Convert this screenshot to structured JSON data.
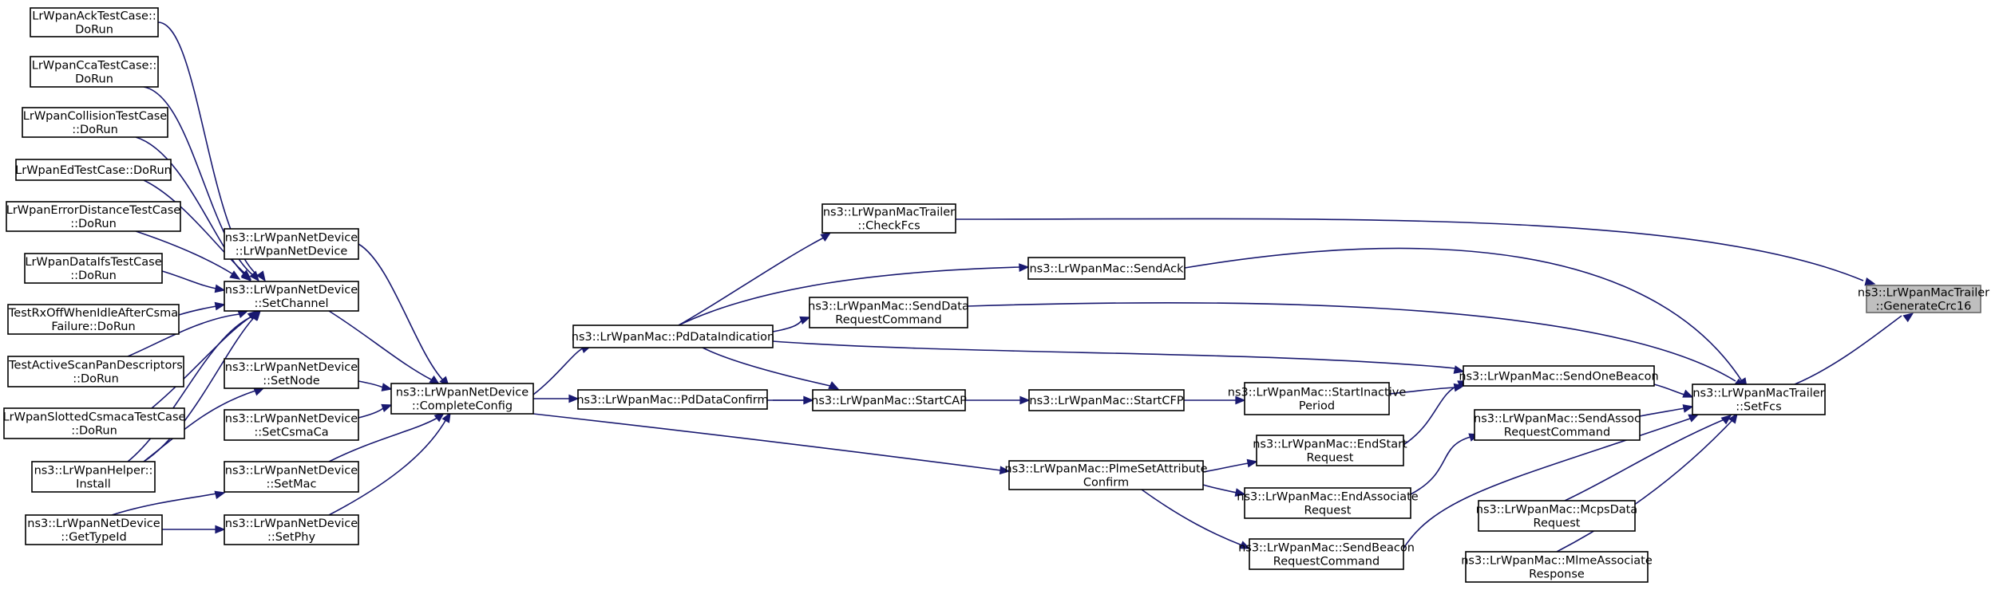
{
  "colors": {
    "edge": "#191970",
    "root_fill": "#bfbfbf",
    "node_fill": "#ffffff",
    "node_border": "#000000"
  },
  "nodes": [
    {
      "id": "generatecrc16",
      "lines": [
        "ns3::LrWpanMacTrailer",
        "::GenerateCrc16"
      ],
      "root": true
    },
    {
      "id": "checkfcs",
      "lines": [
        "ns3::LrWpanMacTrailer",
        "::CheckFcs"
      ]
    },
    {
      "id": "setfcs",
      "lines": [
        "ns3::LrWpanMacTrailer",
        "::SetFcs"
      ]
    },
    {
      "id": "pddataindication",
      "lines": [
        "ns3::LrWpanMac::PdDataIndication"
      ]
    },
    {
      "id": "completeconfig",
      "lines": [
        "ns3::LrWpanNetDevice",
        "::CompleteConfig"
      ]
    },
    {
      "id": "ctor",
      "lines": [
        "ns3::LrWpanNetDevice",
        "::LrWpanNetDevice"
      ]
    },
    {
      "id": "setchannel",
      "lines": [
        "ns3::LrWpanNetDevice",
        "::SetChannel"
      ]
    },
    {
      "id": "setnode",
      "lines": [
        "ns3::LrWpanNetDevice",
        "::SetNode"
      ]
    },
    {
      "id": "setcsmaca",
      "lines": [
        "ns3::LrWpanNetDevice",
        "::SetCsmaCa"
      ]
    },
    {
      "id": "setmac",
      "lines": [
        "ns3::LrWpanNetDevice",
        "::SetMac"
      ]
    },
    {
      "id": "setphy",
      "lines": [
        "ns3::LrWpanNetDevice",
        "::SetPhy"
      ]
    },
    {
      "id": "gettypeid",
      "lines": [
        "ns3::LrWpanNetDevice",
        "::GetTypeId"
      ]
    },
    {
      "id": "install",
      "lines": [
        "ns3::LrWpanHelper::",
        "Install"
      ]
    },
    {
      "id": "ack",
      "lines": [
        "LrWpanAckTestCase::",
        "DoRun"
      ]
    },
    {
      "id": "cca",
      "lines": [
        "LrWpanCcaTestCase::",
        "DoRun"
      ]
    },
    {
      "id": "collision",
      "lines": [
        "LrWpanCollisionTestCase",
        "::DoRun"
      ]
    },
    {
      "id": "ed",
      "lines": [
        "LrWpanEdTestCase::DoRun"
      ]
    },
    {
      "id": "errordistance",
      "lines": [
        "LrWpanErrorDistanceTestCase",
        "::DoRun"
      ]
    },
    {
      "id": "dataifs",
      "lines": [
        "LrWpanDataIfsTestCase",
        "::DoRun"
      ]
    },
    {
      "id": "rxoff",
      "lines": [
        "TestRxOffWhenIdleAfterCsma",
        "Failure::DoRun"
      ]
    },
    {
      "id": "activescan",
      "lines": [
        "TestActiveScanPanDescriptors",
        "::DoRun"
      ]
    },
    {
      "id": "slotted",
      "lines": [
        "LrWpanSlottedCsmacaTestCase",
        "::DoRun"
      ]
    },
    {
      "id": "sendack",
      "lines": [
        "ns3::LrWpanMac::SendAck"
      ]
    },
    {
      "id": "senddatareq",
      "lines": [
        "ns3::LrWpanMac::SendData",
        "RequestCommand"
      ]
    },
    {
      "id": "pddataconfirm",
      "lines": [
        "ns3::LrWpanMac::PdDataConfirm"
      ]
    },
    {
      "id": "startcap",
      "lines": [
        "ns3::LrWpanMac::StartCAP"
      ]
    },
    {
      "id": "startcfp",
      "lines": [
        "ns3::LrWpanMac::StartCFP"
      ]
    },
    {
      "id": "startinactive",
      "lines": [
        "ns3::LrWpanMac::StartInactive",
        "Period"
      ]
    },
    {
      "id": "sendonebeacon",
      "lines": [
        "ns3::LrWpanMac::SendOneBeacon"
      ]
    },
    {
      "id": "sendassoc",
      "lines": [
        "ns3::LrWpanMac::SendAssoc",
        "RequestCommand"
      ]
    },
    {
      "id": "endstart",
      "lines": [
        "ns3::LrWpanMac::EndStart",
        "Request"
      ]
    },
    {
      "id": "plmeset",
      "lines": [
        "ns3::LrWpanMac::PlmeSetAttribute",
        "Confirm"
      ]
    },
    {
      "id": "endassoc",
      "lines": [
        "ns3::LrWpanMac::EndAssociate",
        "Request"
      ]
    },
    {
      "id": "sendbeaconreq",
      "lines": [
        "ns3::LrWpanMac::SendBeacon",
        "RequestCommand"
      ]
    },
    {
      "id": "mcpsdata",
      "lines": [
        "ns3::LrWpanMac::McpsData",
        "Request"
      ]
    },
    {
      "id": "mlmeassoc",
      "lines": [
        "ns3::LrWpanMac::MlmeAssociate",
        "Response"
      ]
    }
  ]
}
